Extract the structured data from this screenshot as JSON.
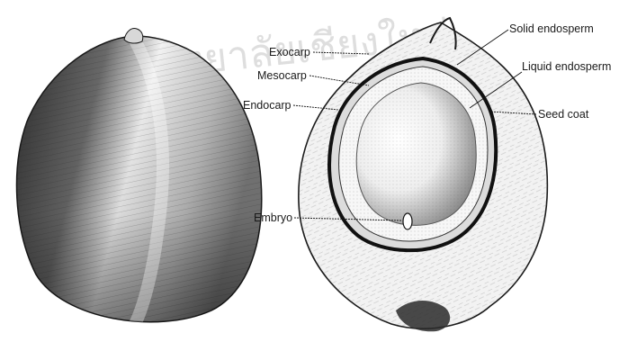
{
  "figure": {
    "watermark": "มหาวิทยาลัยเชียงใหม่",
    "labels": {
      "exocarp": "Exocarp",
      "mesocarp": "Mesocarp",
      "endocarp": "Endocarp",
      "embryo": "Embryo",
      "solid_endosperm": "Solid endosperm",
      "liquid_endosperm": "Liquid endosperm",
      "seed_coat": "Seed coat"
    }
  }
}
